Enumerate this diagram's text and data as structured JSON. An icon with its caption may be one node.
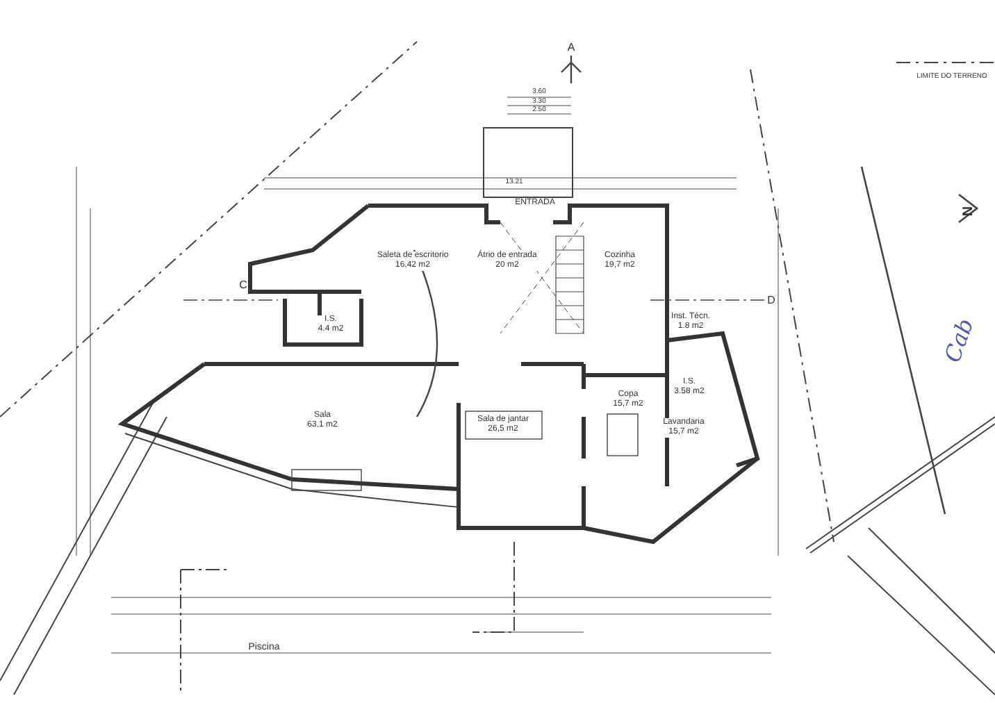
{
  "diagram": {
    "nodes": [
      {
        "text": [
          "Saleta de escritorio",
          "16,42 m2"
        ]
      },
      {
        "text": [
          "Átrio de entrada",
          "20 m2"
        ]
      },
      {
        "text": [
          "Cozinha",
          "19,7 m2"
        ]
      },
      {
        "text": [
          "I.S.",
          "4.4 m2"
        ]
      },
      {
        "text": [
          "Inst. Técn.",
          "1.8 m2"
        ]
      },
      {
        "text": [
          "I.S.",
          "3.58 m2"
        ]
      },
      {
        "text": [
          "Sala",
          "63,1 m2"
        ]
      },
      {
        "text": [
          "Sala de jantar",
          "26,5 m2"
        ]
      },
      {
        "text": [
          "Copa",
          "15,7 m2"
        ]
      },
      {
        "text": [
          "Lavandaria",
          "15,7 m2"
        ]
      }
    ],
    "labels": [
      "LIMITE DO TERRENO",
      "A",
      "3.60",
      "3.30",
      "2.50",
      "13.21",
      "ENTRADA",
      "N",
      "C",
      "D",
      "Cab",
      "Piscina"
    ]
  }
}
